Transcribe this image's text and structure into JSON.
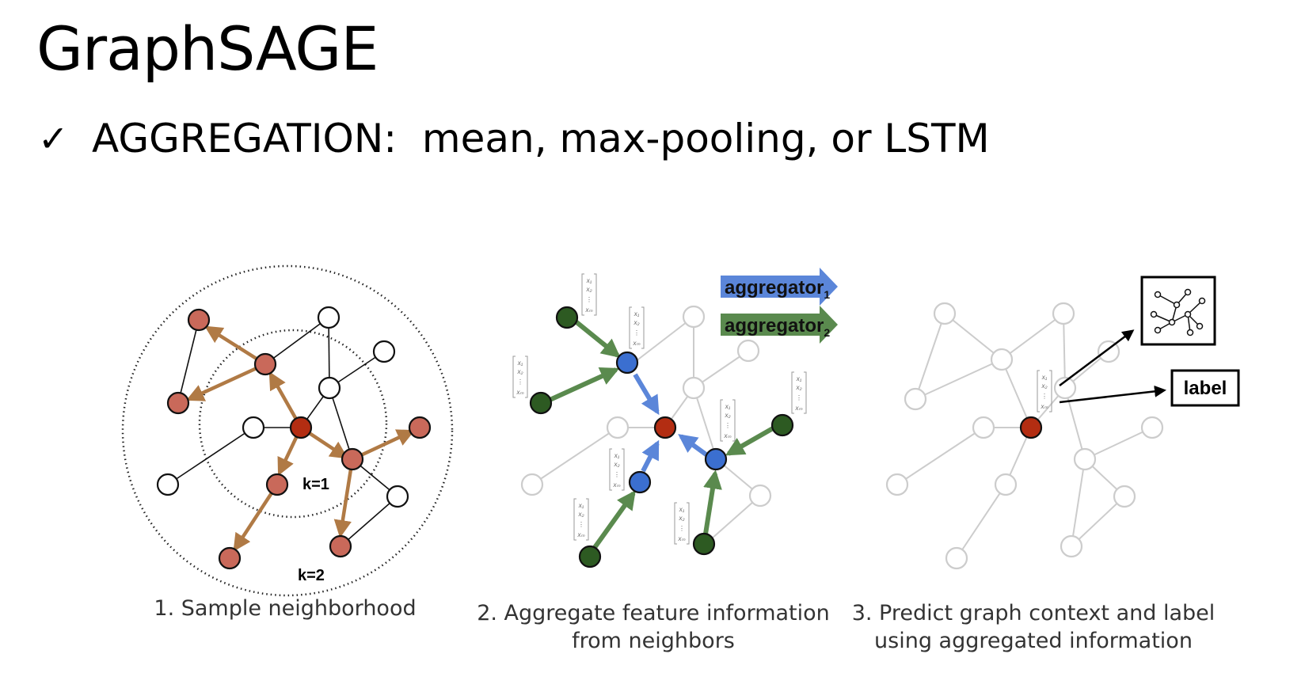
{
  "slide": {
    "title": "GraphSAGE",
    "bullet_icon": "check-mark-icon",
    "bullet_text": "AGGREGATION:  mean, max-pooling, or LSTM"
  },
  "figure": {
    "panel1": {
      "caption": "1. Sample neighborhood",
      "k_inner": "k=1",
      "k_outer": "k=2"
    },
    "panel2": {
      "caption_line1": "2. Aggregate feature information",
      "caption_line2": "from neighbors",
      "aggregator1": "aggregator",
      "aggregator1_sub": "1",
      "aggregator2": "aggregator",
      "aggregator2_sub": "2",
      "vector_labels": [
        "x₁",
        "x₂",
        "⋮",
        "xₘ"
      ]
    },
    "panel3": {
      "caption_line1": "3. Predict graph context and label",
      "caption_line2": "using aggregated information",
      "label_box": "label"
    },
    "colors": {
      "target_node": "#b32d12",
      "sampled_node": "#c9695a",
      "sampled_edge": "#b07a45",
      "blue_node": "#3b6fd0",
      "green_node": "#2d5a22",
      "blue_arrow": "#5b86d9",
      "green_arrow": "#5a8a4e",
      "faded": "#c8c8c8"
    }
  }
}
